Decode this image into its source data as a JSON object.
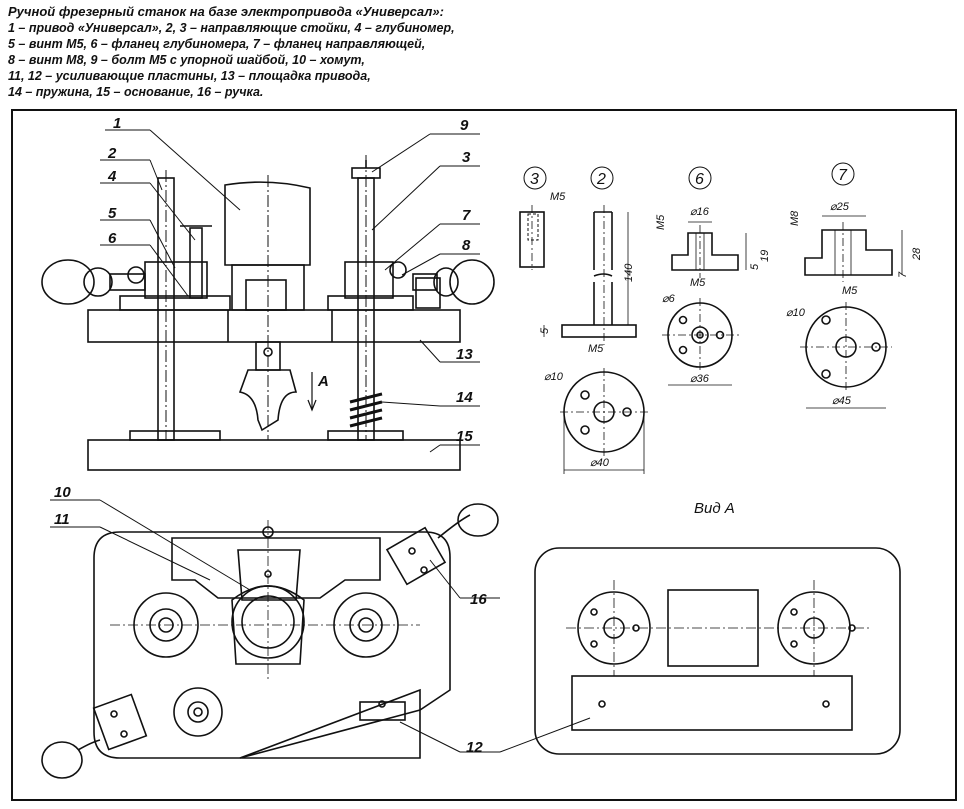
{
  "caption": {
    "title": "Ручной фрезерный станок на базе электропривода «Универсал»:",
    "lines": [
      "1 – привод «Универсал», 2, 3 – направляющие стойки, 4 – глубиномер,",
      "5 – винт М5, 6 – фланец глубиномера, 7 – фланец направляющей,",
      "8 – винт М8, 9 – болт М5 с упорной шайбой, 10 – хомут,",
      "11, 12 – усиливающие пластины, 13 – площадка привода,",
      "14 – пружина, 15 – основание, 16 – ручка."
    ]
  },
  "callouts": {
    "n1": "1",
    "n2": "2",
    "n3": "3",
    "n4": "4",
    "n5": "5",
    "n6": "6",
    "n7": "7",
    "n8": "8",
    "n9": "9",
    "n10": "10",
    "n11": "11",
    "n12": "12",
    "n13": "13",
    "n14": "14",
    "n15": "15",
    "n16": "16"
  },
  "arrow_label": "A",
  "view_label": "Вид А",
  "details": {
    "d3": "3",
    "d2": "2",
    "d6": "6",
    "d7": "7"
  },
  "dimensions": {
    "m5_a": "М5",
    "len140": "140",
    "five": "5",
    "m5_b": "М5",
    "phi10_a": "⌀10",
    "phi40": "⌀40",
    "m5_c": "М5",
    "phi16": "⌀16",
    "nineteen": "19",
    "five_b": "5",
    "m5_d": "М5",
    "phi6": "⌀6",
    "phi36": "⌀36",
    "m8": "М8",
    "phi25": "⌀25",
    "twentyeight": "28",
    "seven": "7",
    "m5_e": "М5",
    "phi10_b": "⌀10",
    "phi45": "⌀45"
  }
}
